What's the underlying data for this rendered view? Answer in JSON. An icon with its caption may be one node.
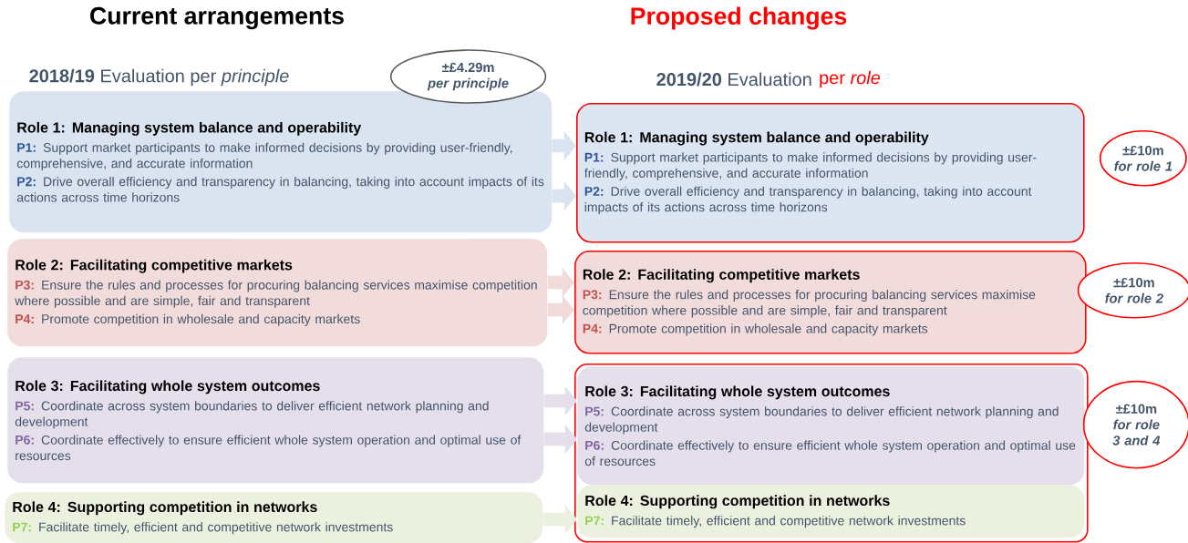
{
  "diagram": {
    "nodes": [
      {
        "text": [
          "Role 1: Managing system balance and operability",
          "**P1:** Support market participants to make informed decisions by providing user-friendly, comprehensive, and accurate information",
          "**P2:** Drive overall efficiency and transparency in balancing, taking into account impacts of its actions across time horizons"
        ]
      },
      {
        "text": [
          "Role 2: Facilitating competitive markets",
          "**P3:** Ensure the rules and processes for procuring balancing services maximise competition where possible and are simple, fair and transparent",
          "**P4:** Promote competition in wholesale and capacity markets"
        ]
      },
      {
        "text": [
          "Role 3: Facilitating whole system outcomes",
          "**P5:** Coordinate across system boundaries to deliver efficient network planning and development",
          "**P6:** Coordinate effectively to ensure efficient whole system operation and optimal use of resources"
        ]
      },
      {
        "text": [
          "Role 4: Supporting competition in networks",
          "**P7:** Facilitate timely, efficient and competitive network investments"
        ]
      },
      {
        "text": [
          "±£4.29m",
          "per principle"
        ]
      },
      {
        "text": [
          "Role 1: Managing system balance and operability",
          "**P1:** Support market participants to make informed decisions by providing user-friendly, comprehensive, and accurate information",
          "**P2:** Drive overall efficiency and transparency in balancing, taking into account impacts of its actions across time horizons"
        ]
      },
      {
        "text": [
          "Role 2: Facilitating competitive markets",
          "**P3:** Ensure the rules and processes for procuring balancing services maximise competition where possible and are simple, fair and transparent",
          "**P4:** Promote competition in wholesale and capacity markets"
        ]
      },
      {
        "text": [],
        "shape": "box"
      },
      {
        "text": [
          "Role 3: Facilitating whole system outcomes",
          "**P5:** Coordinate across system boundaries to deliver efficient network planning and development",
          "**P6:** Coordinate effectively to ensure efficient whole system operation and optimal use of resources"
        ],
        "in": 7
      },
      {
        "text": [
          "Role 4: Supporting competition in networks",
          "**P7:** Facilitate timely, efficient and competitive network investments"
        ],
        "in": 7
      },
      {
        "text": [
          "±£10m",
          "for role 1"
        ]
      },
      {
        "text": [
          "±£10m",
          "for role 2"
        ]
      },
      {
        "text": [
          "±£10m",
          "for role 3 and 4"
        ]
      }
    ],
    "edges": [
      {
        "from": 0,
        "to": 5,
        "arrow": "to",
        "color": "#dae3f0"
      },
      {
        "from": 0,
        "to": 5,
        "arrow": "to",
        "color": "#dae3f0"
      },
      {
        "from": 1,
        "to": 6,
        "arrow": "to",
        "color": "#f2dcdb"
      },
      {
        "from": 1,
        "to": 6,
        "arrow": "to",
        "color": "#f2dcdb"
      },
      {
        "from": 2,
        "to": 8,
        "arrow": "to",
        "color": "#e5dfec"
      },
      {
        "from": 2,
        "to": 8,
        "arrow": "to",
        "color": "#e5dfec"
      },
      {
        "from": 3,
        "to": 9,
        "arrow": "to",
        "color": "#ebf1de"
      }
    ],
    "labels": [
      "Current arrangements",
      "Proposed changes",
      "**2018/19** Evaluation per *principle*",
      "**2019/20** Evaluation",
      "per *role*"
    ]
  }
}
